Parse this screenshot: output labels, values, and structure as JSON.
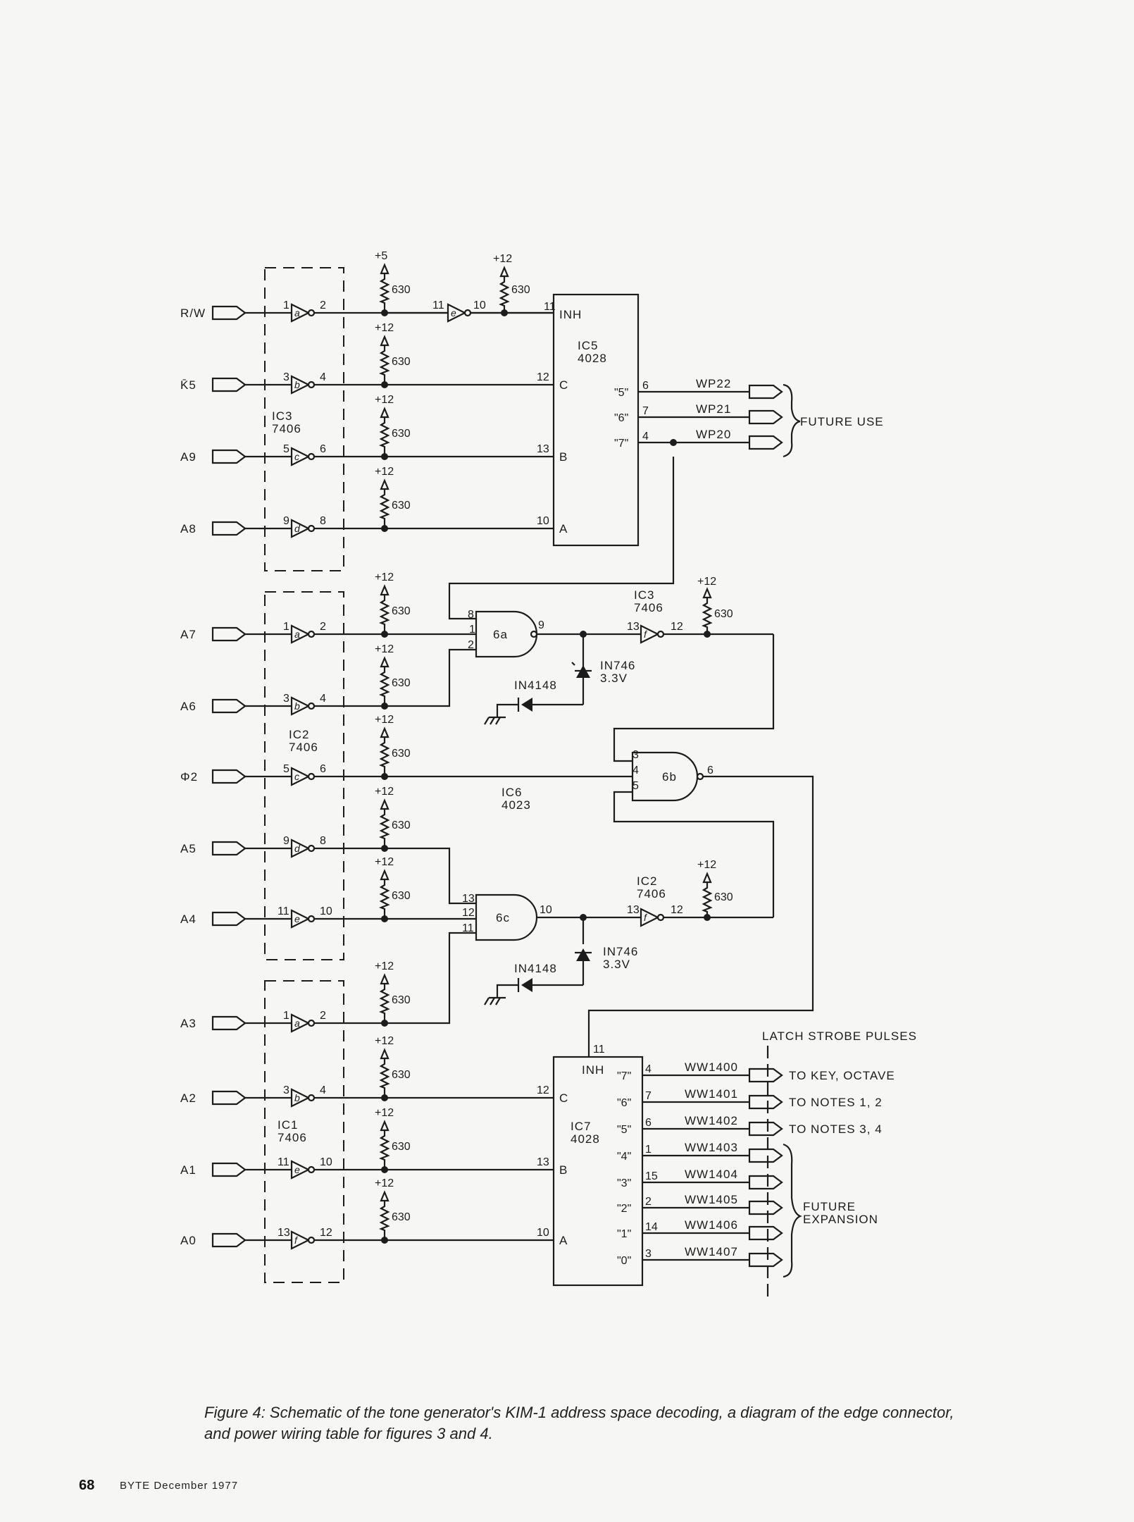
{
  "inputs": [
    "R/W",
    "K̄5",
    "A9",
    "A8",
    "A7",
    "A6",
    "Φ2",
    "A5",
    "A4",
    "A3",
    "A2",
    "A1",
    "A0"
  ],
  "ic_packages": [
    {
      "name": "IC3",
      "part": "7406"
    },
    {
      "name": "IC2",
      "part": "7406"
    },
    {
      "name": "IC1",
      "part": "7406"
    }
  ],
  "labels": {
    "v5": "+5",
    "v12": "+12",
    "r630": "630",
    "ic5": "IC5",
    "ic5_part": "4028",
    "ic7": "IC7",
    "ic7_part": "4028",
    "ic6": "IC6",
    "ic6_part": "4023",
    "gate_6a": "6a",
    "gate_6b": "6b",
    "gate_6c": "6c",
    "ic3_f": "IC3",
    "ic3_f_part": "7406",
    "ic2_f": "IC2",
    "ic2_f_part": "7406",
    "zener": "IN746",
    "zener_v": "3.3V",
    "diode": "IN4148",
    "inh": "INH",
    "pin_c": "C",
    "pin_b": "B",
    "pin_a": "A"
  },
  "ic5_outputs": [
    {
      "sel": "\"5\"",
      "pin": "6",
      "net": "WP22"
    },
    {
      "sel": "\"6\"",
      "pin": "7",
      "net": "WP21"
    },
    {
      "sel": "\"7\"",
      "pin": "4",
      "net": "WP20"
    }
  ],
  "future_use": "FUTURE USE",
  "latch_strobe": "LATCH STROBE PULSES",
  "ic7_outputs": [
    {
      "sel": "\"7\"",
      "pin": "4",
      "net": "WW1400",
      "dest": "TO KEY, OCTAVE"
    },
    {
      "sel": "\"6\"",
      "pin": "7",
      "net": "WW1401",
      "dest": "TO NOTES 1, 2"
    },
    {
      "sel": "\"5\"",
      "pin": "6",
      "net": "WW1402",
      "dest": "TO NOTES 3, 4"
    },
    {
      "sel": "\"4\"",
      "pin": "1",
      "net": "WW1403",
      "dest": ""
    },
    {
      "sel": "\"3\"",
      "pin": "15",
      "net": "WW1404",
      "dest": ""
    },
    {
      "sel": "\"2\"",
      "pin": "2",
      "net": "WW1405",
      "dest": ""
    },
    {
      "sel": "\"1\"",
      "pin": "14",
      "net": "WW1406",
      "dest": ""
    },
    {
      "sel": "\"0\"",
      "pin": "3",
      "net": "WW1407",
      "dest": ""
    }
  ],
  "future_expansion_1": "FUTURE",
  "future_expansion_2": "EXPANSION",
  "caption": "Figure 4: Schematic of the tone generator's KIM-1 address space decoding, a diagram of the edge connector, and power wiring table for figures 3 and 4.",
  "page_number": "68",
  "publication": "BYTE December 1977"
}
